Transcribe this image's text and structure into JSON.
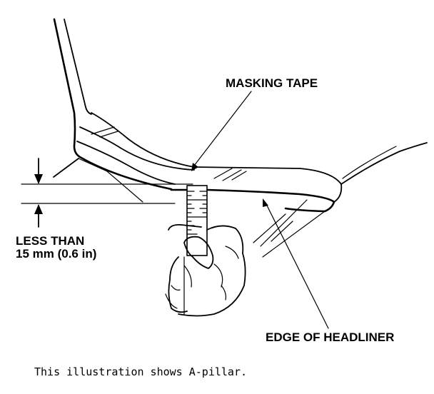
{
  "labels": {
    "masking_tape": "MASKING TAPE",
    "less_than_line1": "LESS THAN",
    "less_than_line2": "15 mm (0.6 in)",
    "edge_of_headliner": "EDGE OF HEADLINER"
  },
  "caption": "This illustration shows A-pillar."
}
